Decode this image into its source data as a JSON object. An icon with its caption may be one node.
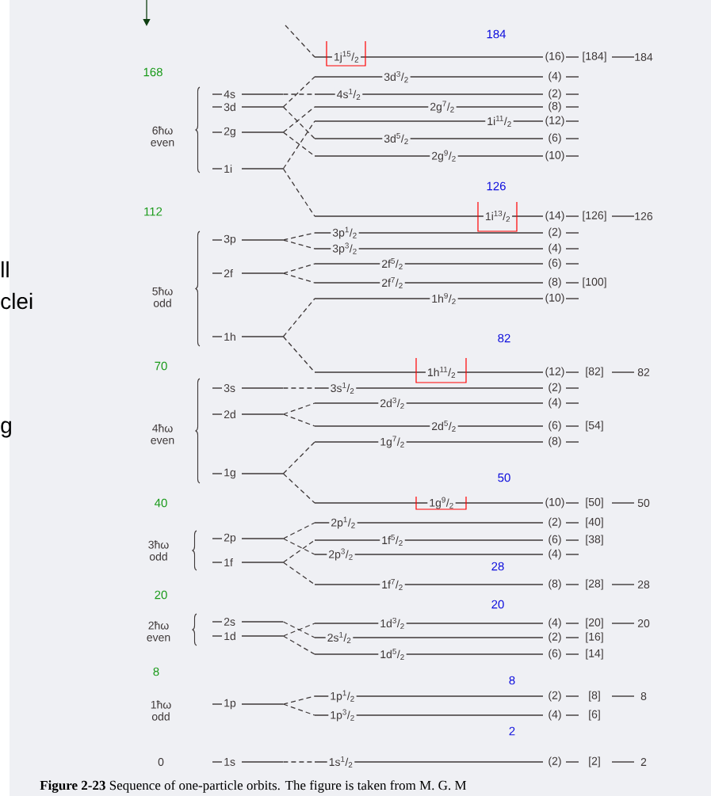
{
  "diagram": {
    "caption": "**Figure 2-23** Sequence of one-particle orbits. The figure is taken from M. G. M",
    "nodes": [
      {
        "text": [
          "4s"
        ]
      },
      {
        "text": [
          "3d"
        ]
      },
      {
        "text": [
          "2g"
        ]
      },
      {
        "text": [
          "1i"
        ]
      },
      {
        "text": [
          "3p"
        ]
      },
      {
        "text": [
          "2f"
        ]
      },
      {
        "text": [
          "1h"
        ]
      },
      {
        "text": [
          "3s"
        ]
      },
      {
        "text": [
          "2d"
        ]
      },
      {
        "text": [
          "1g"
        ]
      },
      {
        "text": [
          "2p"
        ]
      },
      {
        "text": [
          "1f"
        ]
      },
      {
        "text": [
          "2s"
        ]
      },
      {
        "text": [
          "1d"
        ]
      },
      {
        "text": [
          "1p"
        ]
      },
      {
        "text": [
          "1s"
        ]
      },
      {
        "text": [
          "1j$^{15}$/$_{2}$"
        ],
        "beside": [
          "(16)",
          "[184]",
          "184"
        ]
      },
      {
        "text": [
          "3d$^{3}$/$_{2}$"
        ],
        "beside": [
          "(4)"
        ]
      },
      {
        "text": [
          "4s$^{1}$/$_{2}$"
        ],
        "beside": [
          "(2)"
        ]
      },
      {
        "text": [
          "2g$^{7}$/$_{2}$"
        ],
        "beside": [
          "(8)"
        ]
      },
      {
        "text": [
          "1i$^{11}$/$_{2}$"
        ],
        "beside": [
          "(12)"
        ]
      },
      {
        "text": [
          "3d$^{5}$/$_{2}$"
        ],
        "beside": [
          "(6)"
        ]
      },
      {
        "text": [
          "2g$^{9}$/$_{2}$"
        ],
        "beside": [
          "(10)"
        ]
      },
      {
        "text": [
          "1i$^{13}$/$_{2}$"
        ],
        "beside": [
          "(14)",
          "[126]",
          "126"
        ]
      },
      {
        "text": [
          "3p$^{1}$/$_{2}$"
        ],
        "beside": [
          "(2)"
        ]
      },
      {
        "text": [
          "3p$^{3}$/$_{2}$"
        ],
        "beside": [
          "(4)"
        ]
      },
      {
        "text": [
          "2f$^{5}$/$_{2}$"
        ],
        "beside": [
          "(6)"
        ]
      },
      {
        "text": [
          "2f$^{7}$/$_{2}$"
        ],
        "beside": [
          "(8)",
          "[100]"
        ]
      },
      {
        "text": [
          "1h$^{9}$/$_{2}$"
        ],
        "beside": [
          "(10)"
        ]
      },
      {
        "text": [
          "1h$^{11}$/$_{2}$"
        ],
        "beside": [
          "(12)",
          "[82]",
          "82"
        ]
      },
      {
        "text": [
          "3s$^{1}$/$_{2}$"
        ],
        "beside": [
          "(2)"
        ]
      },
      {
        "text": [
          "2d$^{3}$/$_{2}$"
        ],
        "beside": [
          "(4)"
        ]
      },
      {
        "text": [
          "2d$^{5}$/$_{2}$"
        ],
        "beside": [
          "(6)",
          "[54]"
        ]
      },
      {
        "text": [
          "1g$^{7}$/$_{2}$"
        ],
        "beside": [
          "(8)"
        ]
      },
      {
        "text": [
          "1g$^{9}$/$_{2}$"
        ],
        "beside": [
          "(10)",
          "[50]",
          "50"
        ]
      },
      {
        "text": [
          "2p$^{1}$/$_{2}$"
        ],
        "beside": [
          "(2)",
          "[40]"
        ]
      },
      {
        "text": [
          "1f$^{5}$/$_{2}$"
        ],
        "beside": [
          "(6)",
          "[38]"
        ]
      },
      {
        "text": [
          "2p$^{3}$/$_{2}$"
        ],
        "beside": [
          "(4)"
        ]
      },
      {
        "text": [
          "1f$^{7}$/$_{2}$"
        ],
        "beside": [
          "(8)",
          "[28]",
          "28"
        ]
      },
      {
        "text": [
          "1d$^{3}$/$_{2}$"
        ],
        "beside": [
          "(4)",
          "[20]",
          "20"
        ]
      },
      {
        "text": [
          "2s$^{1}$/$_{2}$"
        ],
        "beside": [
          "(2)",
          "[16]"
        ]
      },
      {
        "text": [
          "1d$^{5}$/$_{2}$"
        ],
        "beside": [
          "(6)",
          "[14]"
        ]
      },
      {
        "text": [
          "1p$^{1}$/$_{2}$"
        ],
        "beside": [
          "(2)",
          "[8]",
          "8"
        ]
      },
      {
        "text": [
          "1p$^{3}$/$_{2}$"
        ],
        "beside": [
          "(4)",
          "[6]"
        ]
      },
      {
        "text": [
          "1s$^{1}$/$_{2}$"
        ],
        "beside": [
          "(2)",
          "[2]",
          "2"
        ]
      }
    ],
    "edges": [
      {
        "from": null,
        "to": 16,
        "arrow": "none",
        "style": "dashed"
      },
      {
        "from": 0,
        "to": 18,
        "arrow": "none",
        "style": "dashed"
      },
      {
        "from": 1,
        "to": 17,
        "arrow": "none",
        "style": "dashed"
      },
      {
        "from": 1,
        "to": 21,
        "arrow": "none",
        "style": "dashed"
      },
      {
        "from": 2,
        "to": 19,
        "arrow": "none",
        "style": "dashed"
      },
      {
        "from": 2,
        "to": 22,
        "arrow": "none",
        "style": "dashed"
      },
      {
        "from": 3,
        "to": 20,
        "arrow": "none",
        "style": "dashed"
      },
      {
        "from": 3,
        "to": 23,
        "arrow": "none",
        "style": "dashed"
      },
      {
        "from": 4,
        "to": 24,
        "arrow": "none",
        "style": "dashed"
      },
      {
        "from": 4,
        "to": 25,
        "arrow": "none",
        "style": "dashed"
      },
      {
        "from": 5,
        "to": 26,
        "arrow": "none",
        "style": "dashed"
      },
      {
        "from": 5,
        "to": 27,
        "arrow": "none",
        "style": "dashed"
      },
      {
        "from": 6,
        "to": 28,
        "arrow": "none",
        "style": "dashed"
      },
      {
        "from": 6,
        "to": 29,
        "arrow": "none",
        "style": "dashed"
      },
      {
        "from": 7,
        "to": 30,
        "arrow": "none",
        "style": "dashed"
      },
      {
        "from": 8,
        "to": 31,
        "arrow": "none",
        "style": "dashed"
      },
      {
        "from": 8,
        "to": 32,
        "arrow": "none",
        "style": "dashed"
      },
      {
        "from": 9,
        "to": 33,
        "arrow": "none",
        "style": "dashed"
      },
      {
        "from": 9,
        "to": 34,
        "arrow": "none",
        "style": "dashed"
      },
      {
        "from": 10,
        "to": 35,
        "arrow": "none",
        "style": "dashed"
      },
      {
        "from": 10,
        "to": 37,
        "arrow": "none",
        "style": "dashed"
      },
      {
        "from": 11,
        "to": 36,
        "arrow": "none",
        "style": "dashed"
      },
      {
        "from": 11,
        "to": 38,
        "arrow": "none",
        "style": "dashed"
      },
      {
        "from": 12,
        "to": 40,
        "arrow": "none",
        "style": "dashed"
      },
      {
        "from": 13,
        "to": 39,
        "arrow": "none",
        "style": "dashed"
      },
      {
        "from": 13,
        "to": 41,
        "arrow": "none",
        "style": "dashed"
      },
      {
        "from": 14,
        "to": 42,
        "arrow": "none",
        "style": "dashed"
      },
      {
        "from": 14,
        "to": 43,
        "arrow": "none",
        "style": "dashed"
      },
      {
        "from": 15,
        "to": 44,
        "arrow": "none",
        "style": "dashed"
      }
    ],
    "labels": [
      "184",
      "168",
      "6ħω even",
      "126",
      "112",
      "ll",
      "clei",
      "5ħω odd",
      "82",
      "70",
      "g",
      "4ħω even",
      "50",
      "40",
      "3ħω odd",
      "28",
      "20",
      "20",
      "2ħω even",
      "8",
      "8",
      "1ħω odd",
      "2",
      "0"
    ]
  }
}
